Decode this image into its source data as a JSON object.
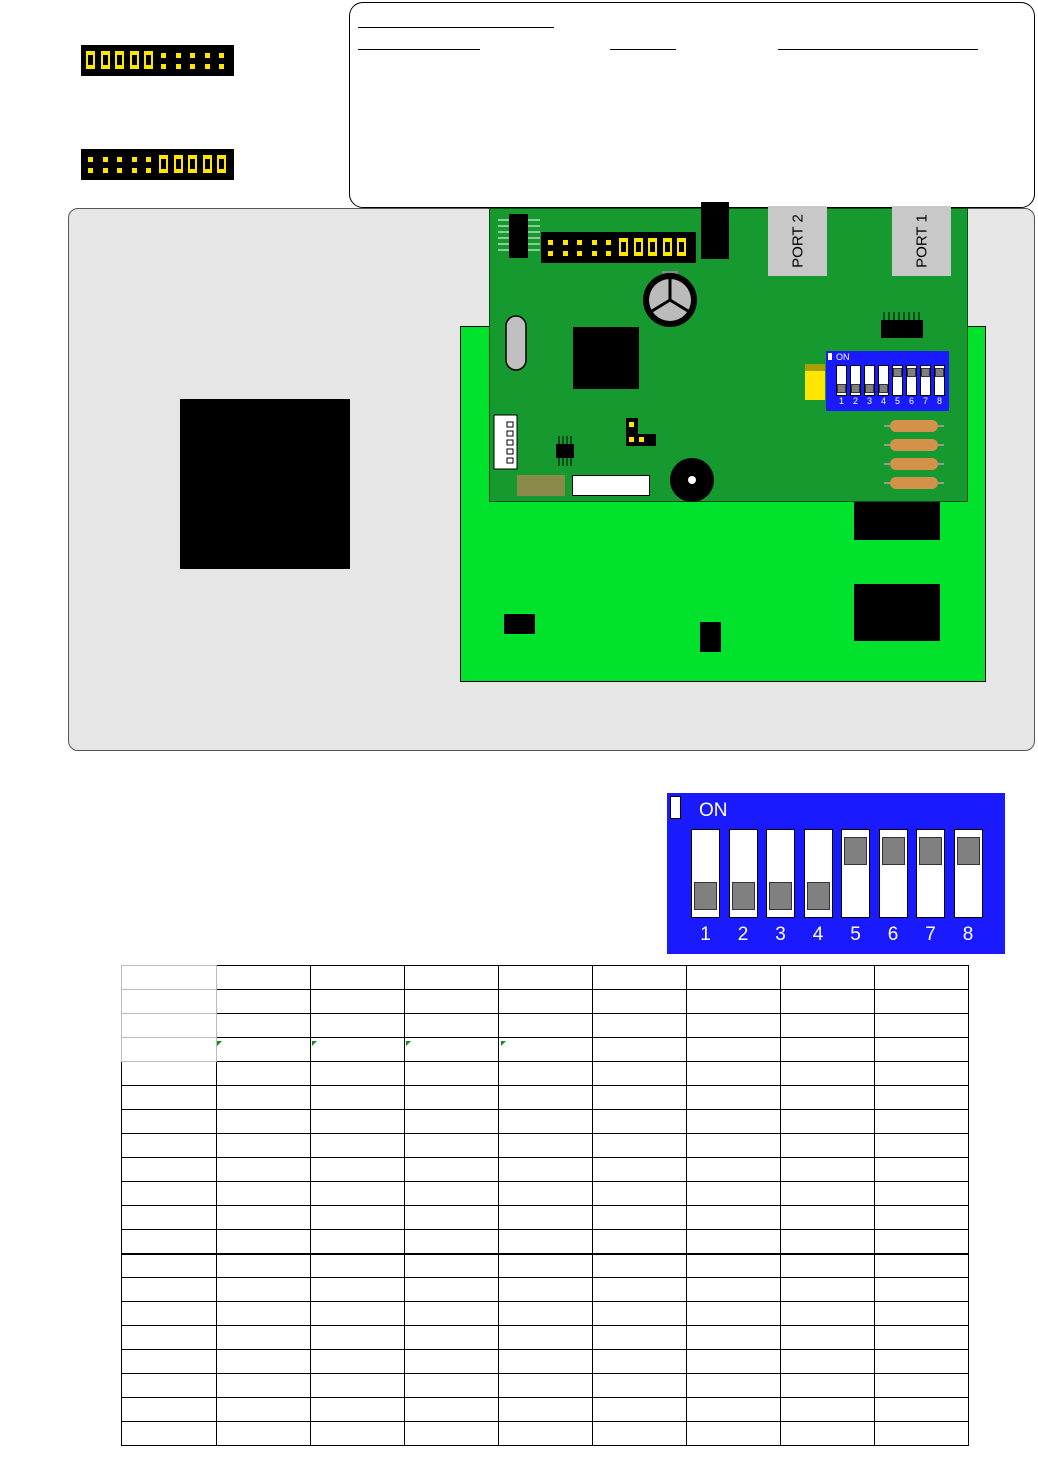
{
  "legend": {
    "icons": [
      "jumper-header-left-bridged",
      "jumper-header-right-bridged"
    ]
  },
  "board": {
    "port2_label": "PORT 2",
    "port1_label": "PORT 1",
    "small_dip": {
      "on_label": "ON",
      "numbers": [
        "1",
        "2",
        "3",
        "4",
        "5",
        "6",
        "7",
        "8"
      ]
    }
  },
  "dip_switch": {
    "on_label": "ON",
    "numbers": [
      "1",
      "2",
      "3",
      "4",
      "5",
      "6",
      "7",
      "8"
    ],
    "states": [
      "off",
      "off",
      "off",
      "off",
      "on",
      "on",
      "on",
      "on"
    ],
    "colors": {
      "body": "#1a1aff",
      "knob": "#808080"
    }
  },
  "colors": {
    "enclosure": "#e6e6e6",
    "main_pcb": "#00e22b",
    "module_pcb": "#169a30",
    "pins": "#ffe600"
  },
  "table": {
    "columns": 9,
    "rows": 20
  }
}
